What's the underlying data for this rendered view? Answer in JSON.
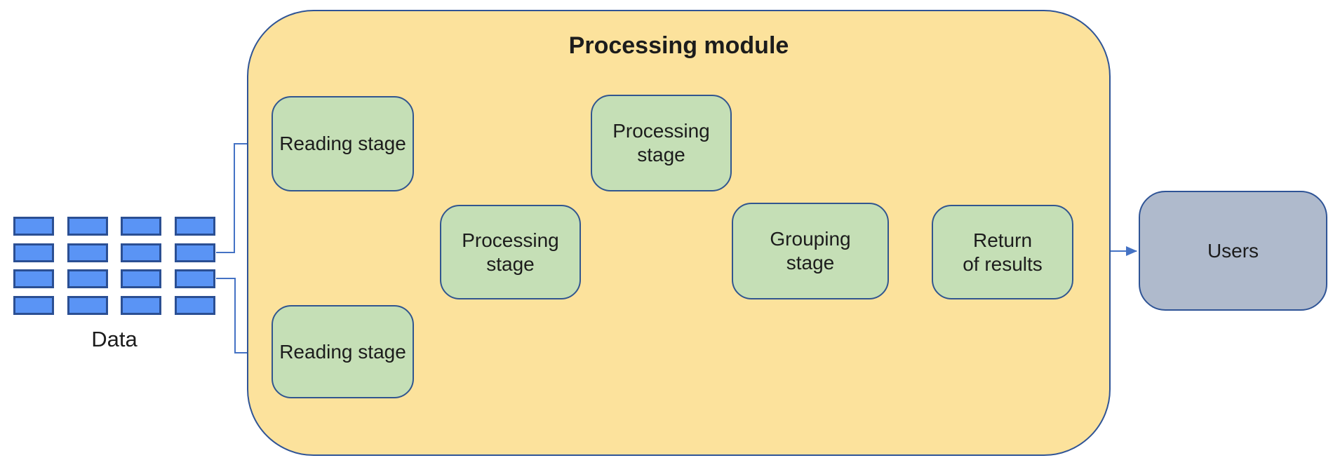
{
  "diagram": {
    "title": "Processing module",
    "data_source": {
      "label": "Data",
      "grid": {
        "rows": 4,
        "cols": 4
      }
    },
    "nodes": {
      "reading_top": "Reading stage",
      "reading_bottom": "Reading stage",
      "processing_top": "Processing\nstage",
      "processing_middle": "Processing\nstage",
      "grouping": "Grouping\nstage",
      "return_results": "Return\nof results",
      "users": "Users"
    },
    "edges": [
      {
        "from": "data",
        "to": "reading_top"
      },
      {
        "from": "data",
        "to": "reading_bottom"
      },
      {
        "from": "reading_top",
        "to": "processing_top"
      },
      {
        "from": "reading_top",
        "to": "processing_middle"
      },
      {
        "from": "reading_bottom",
        "to": "processing_middle"
      },
      {
        "from": "processing_top",
        "to": "grouping"
      },
      {
        "from": "processing_middle",
        "to": "grouping"
      },
      {
        "from": "grouping",
        "to": "return_results"
      },
      {
        "from": "return_results",
        "to": "users"
      }
    ],
    "colors": {
      "module_fill": "#FCE29C",
      "module_border": "#2F5496",
      "stage_fill": "#C5DFB6",
      "stage_border": "#31568F",
      "data_fill": "#5A94F5",
      "data_border": "#2B4F93",
      "users_fill": "#AFBACC",
      "users_border": "#2F5496",
      "connector": "#4472C4",
      "text": "#1C1C1C"
    }
  }
}
